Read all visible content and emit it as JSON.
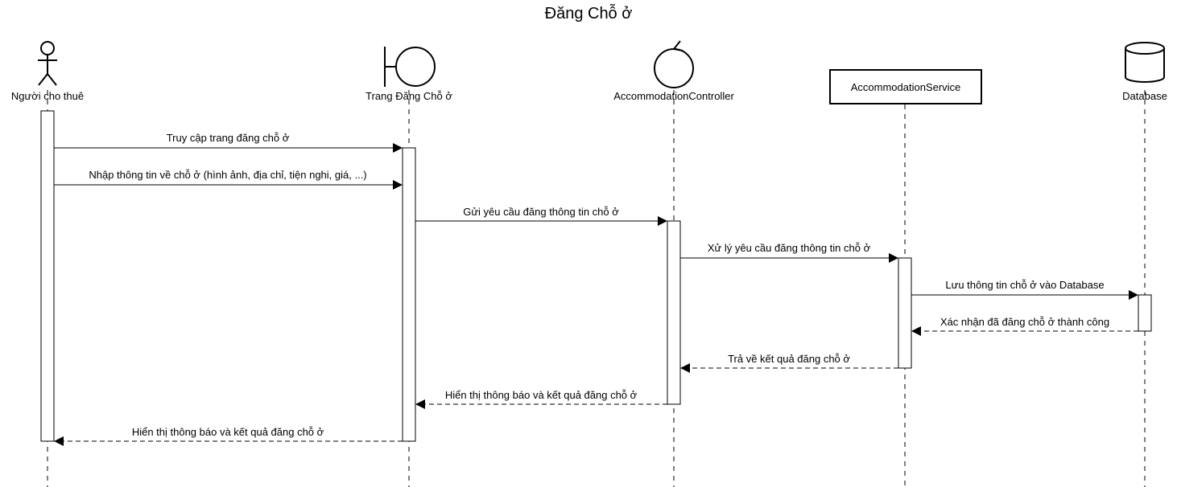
{
  "diagram": {
    "title": "Đăng Chỗ ở",
    "participants": [
      {
        "id": "tenant",
        "type": "actor",
        "label": "Người cho thuê"
      },
      {
        "id": "page",
        "type": "boundary",
        "label": "Trang Đăng Chỗ ở"
      },
      {
        "id": "controller",
        "type": "control",
        "label": "AccommodationController"
      },
      {
        "id": "service",
        "type": "entity-box",
        "label": "AccommodationService"
      },
      {
        "id": "db",
        "type": "database",
        "label": "Database"
      }
    ],
    "messages": [
      {
        "from": "tenant",
        "to": "page",
        "style": "sync",
        "label": "Truy cập trang đăng chỗ ở"
      },
      {
        "from": "tenant",
        "to": "page",
        "style": "sync",
        "label": "Nhập thông tin về chỗ ở (hình ảnh, địa chỉ, tiện nghi, giá, ...)"
      },
      {
        "from": "page",
        "to": "controller",
        "style": "sync",
        "label": "Gửi yêu cầu đăng thông tin chỗ ở"
      },
      {
        "from": "controller",
        "to": "service",
        "style": "sync",
        "label": "Xử lý yêu cầu đăng thông tin chỗ ở"
      },
      {
        "from": "service",
        "to": "db",
        "style": "sync",
        "label": "Lưu thông tin chỗ ở vào Database"
      },
      {
        "from": "db",
        "to": "service",
        "style": "return",
        "label": "Xác nhận đã đăng chỗ ở thành công"
      },
      {
        "from": "service",
        "to": "controller",
        "style": "return",
        "label": "Trả về kết quả đăng chỗ ở"
      },
      {
        "from": "controller",
        "to": "page",
        "style": "return",
        "label": "Hiển thị thông báo và kết quả đăng chỗ ở"
      },
      {
        "from": "page",
        "to": "tenant",
        "style": "return",
        "label": "Hiển thị thông báo và kết quả đăng chỗ ở"
      }
    ]
  }
}
